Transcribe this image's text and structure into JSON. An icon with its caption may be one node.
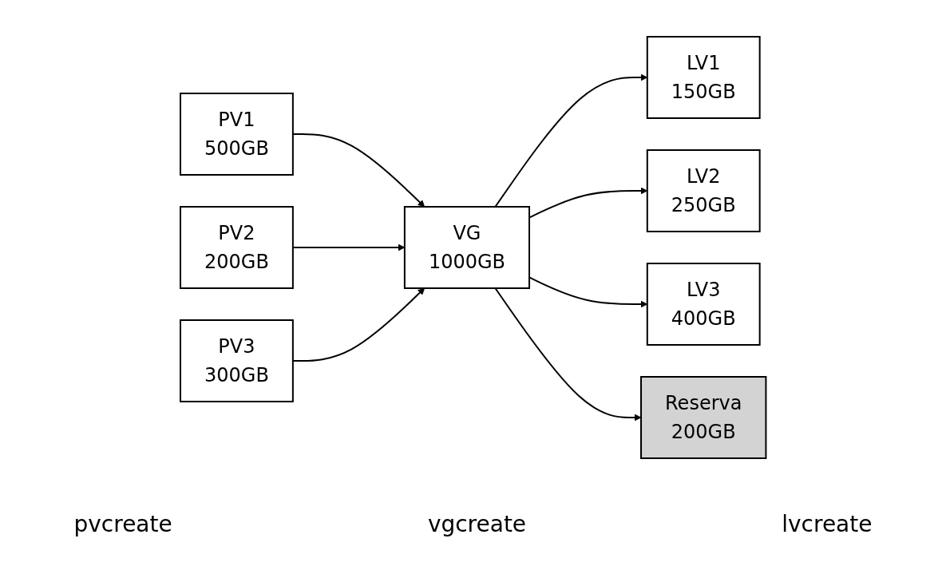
{
  "diagram": {
    "nodes": [
      {
        "text": [
          "PV1",
          "500GB"
        ]
      },
      {
        "text": [
          "PV2",
          "200GB"
        ]
      },
      {
        "text": [
          "PV3",
          "300GB"
        ]
      },
      {
        "text": [
          "VG",
          "1000GB"
        ]
      },
      {
        "text": [
          "LV1",
          "150GB"
        ]
      },
      {
        "text": [
          "LV2",
          "250GB"
        ]
      },
      {
        "text": [
          "LV3",
          "400GB"
        ]
      },
      {
        "text": [
          "Reserva",
          "200GB"
        ]
      }
    ],
    "edges": [
      {
        "from": 0,
        "to": 3,
        "arrow": "to"
      },
      {
        "from": 1,
        "to": 3,
        "arrow": "to"
      },
      {
        "from": 2,
        "to": 3,
        "arrow": "to"
      },
      {
        "from": 3,
        "to": 4,
        "arrow": "to"
      },
      {
        "from": 3,
        "to": 5,
        "arrow": "to"
      },
      {
        "from": 3,
        "to": 6,
        "arrow": "to"
      },
      {
        "from": 3,
        "to": 7,
        "arrow": "to"
      }
    ],
    "labels": [
      "pvcreate",
      "vgcreate",
      "lvcreate"
    ]
  }
}
